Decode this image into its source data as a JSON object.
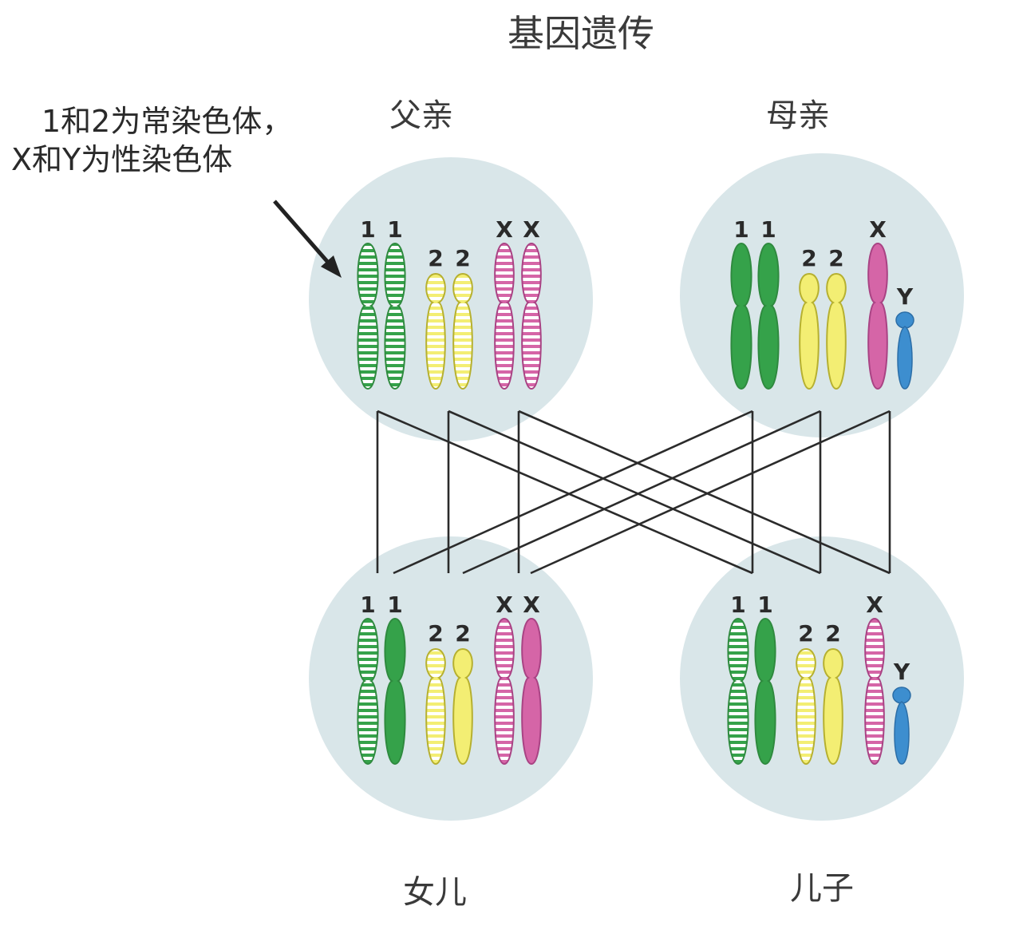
{
  "title": "基因遗传",
  "note": {
    "line1": "1和2为常染色体，",
    "line2": "X和Y为性染色体"
  },
  "parents": {
    "father": "父亲",
    "mother": "母亲"
  },
  "children": {
    "daughter": "女儿",
    "son": "儿子"
  },
  "chromosome_labels": {
    "one": "1",
    "two": "2",
    "x": "X",
    "y": "Y"
  },
  "colors": {
    "cell": "#d9e6e9",
    "chr1": "#35a24a",
    "chr2": "#f3ee73",
    "chrX": "#d565a7",
    "chrY": "#3d8ecf",
    "line": "#2b2b2b"
  },
  "cells": [
    {
      "name": "father",
      "chromosomes": [
        "1-striped",
        "1-striped",
        "2-striped",
        "2-striped",
        "X-striped",
        "X-striped"
      ]
    },
    {
      "name": "mother",
      "chromosomes": [
        "1-solid",
        "1-solid",
        "2-solid",
        "2-solid",
        "X-solid",
        "Y-solid"
      ]
    },
    {
      "name": "daughter",
      "chromosomes": [
        "1-striped",
        "1-solid",
        "2-striped",
        "2-solid",
        "X-striped",
        "X-solid"
      ]
    },
    {
      "name": "son",
      "chromosomes": [
        "1-striped",
        "1-solid",
        "2-striped",
        "2-solid",
        "X-striped",
        "Y-solid"
      ]
    }
  ]
}
